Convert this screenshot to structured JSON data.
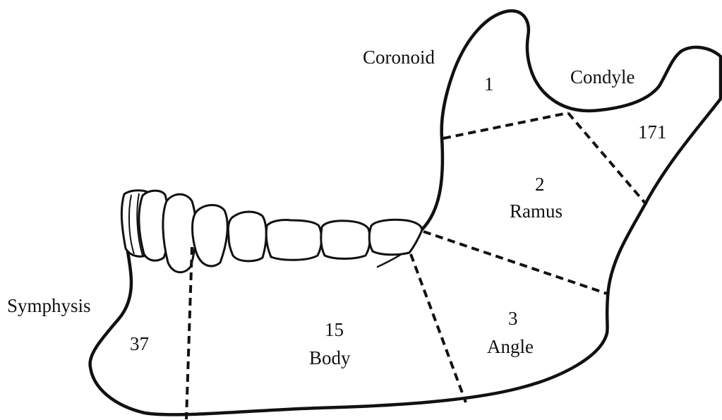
{
  "labels": {
    "coronoid": "Coronoid",
    "condyle": "Condyle",
    "symphysis": "Symphysis",
    "ramus": "Ramus",
    "body": "Body",
    "angle": "Angle"
  },
  "regions": {
    "coronoid_value": "1",
    "condyle_value": "171",
    "ramus_value": "2",
    "body_value": "15",
    "angle_value": "3",
    "symphysis_value": "37"
  },
  "colors": {
    "line": "#111111",
    "background": "#ffffff"
  }
}
